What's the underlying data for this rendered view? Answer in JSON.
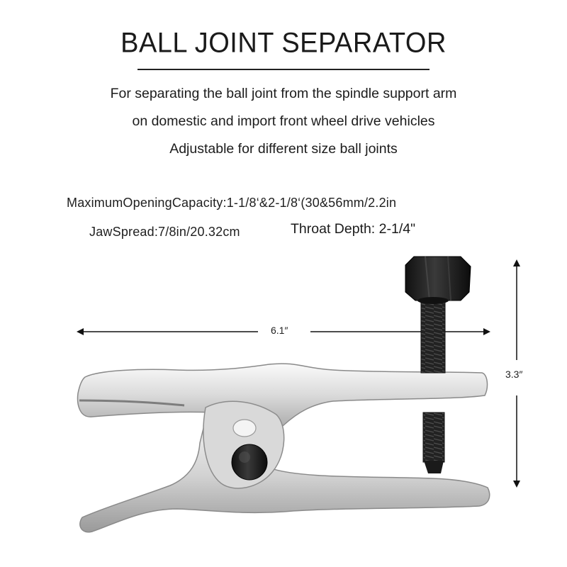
{
  "header": {
    "title": "BALL JOINT SEPARATOR"
  },
  "description": {
    "line1": "For separating the ball joint from the spindle support arm",
    "line2": "on domestic and import front wheel drive vehicles",
    "line3": "Adjustable for different size ball joints"
  },
  "specs": {
    "max_opening": "MaximumOpeningCapacity:1-1/8‘&2-1/8‘(30&56mm/2.2in",
    "jaw_spread": "JawSpread:7/8in/20.32cm",
    "throat_depth": "Throat Depth: 2-1/4\""
  },
  "dimensions": {
    "length": "6.1″",
    "height": "3.3″"
  },
  "colors": {
    "metal_light": "#eeeeee",
    "metal_mid": "#c9c9c9",
    "metal_dark": "#8f8f8f",
    "bolt": "#1e1e1e"
  }
}
